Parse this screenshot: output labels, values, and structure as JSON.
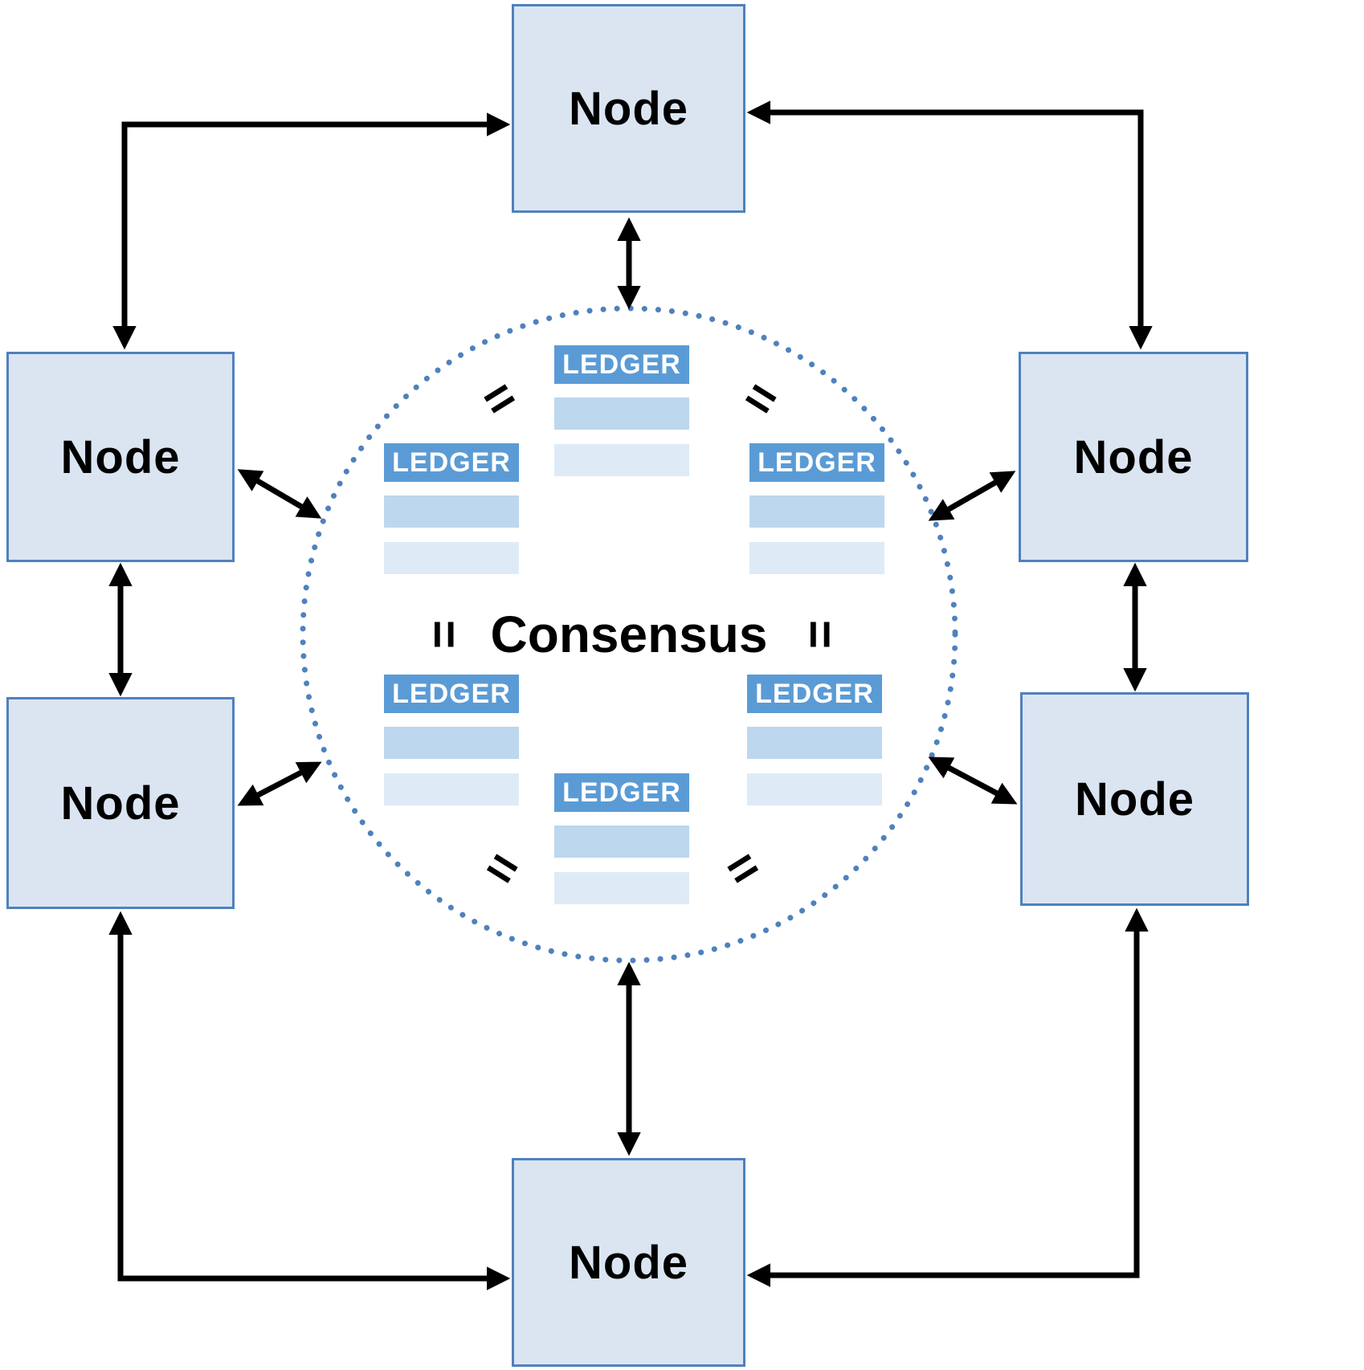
{
  "diagram": {
    "consensus": {
      "label": "Consensus"
    },
    "equals_symbol": "=",
    "nodes": [
      {
        "id": "node-top",
        "label": "Node"
      },
      {
        "id": "node-left-upper",
        "label": "Node"
      },
      {
        "id": "node-right-upper",
        "label": "Node"
      },
      {
        "id": "node-left-lower",
        "label": "Node"
      },
      {
        "id": "node-right-lower",
        "label": "Node"
      },
      {
        "id": "node-bottom",
        "label": "Node"
      }
    ],
    "ledgers": [
      {
        "id": "ledger-top",
        "label": "LEDGER"
      },
      {
        "id": "ledger-upper-left",
        "label": "LEDGER"
      },
      {
        "id": "ledger-upper-right",
        "label": "LEDGER"
      },
      {
        "id": "ledger-lower-left",
        "label": "LEDGER"
      },
      {
        "id": "ledger-lower-right",
        "label": "LEDGER"
      },
      {
        "id": "ledger-bottom",
        "label": "LEDGER"
      }
    ],
    "colors": {
      "node_fill": "#dbe5f2",
      "node_border": "#4f81bd",
      "ledger_header_bg": "#5b9bd5",
      "ledger_header_text": "#ffffff",
      "ledger_row_primary": "#bdd7ee",
      "ledger_row_secondary": "#deebf7",
      "consensus_circle_dots": "#4f81bd",
      "arrow": "#000000"
    }
  }
}
